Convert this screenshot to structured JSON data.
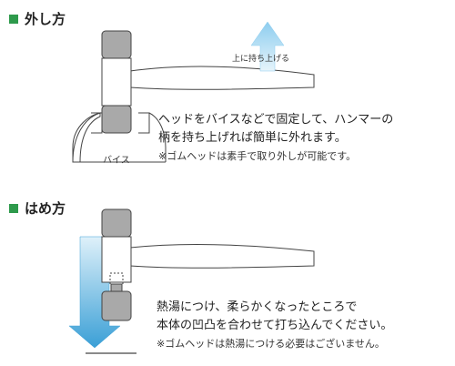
{
  "section_remove": {
    "heading": "外し方",
    "lift_label": "上に持ち上げる",
    "vise_label": "バイス",
    "description_line1": "ヘッドをバイスなどで固定して、ハンマーの",
    "description_line2": "柄を持ち上げれば簡単に外れます。",
    "note": "※ゴムヘッドは素手で取り外しが可能です。"
  },
  "section_attach": {
    "heading": "はめ方",
    "description_line1": "熱湯につけ、柔らかくなったところで",
    "description_line2": "本体の凹凸を合わせて打ち込んでください。",
    "note": "※ゴムヘッドは熱湯につける必要はございません。"
  },
  "colors": {
    "accent": "#2e9a4c",
    "arrow_light": "#bfe3f5",
    "arrow_dark": "#3a9fd6",
    "head_gray": "#a9a9a9",
    "outline": "#444444"
  },
  "icons": {
    "heading_marker": "green-square-icon",
    "lift_arrow": "up-arrow-icon",
    "drive_arrow": "down-arrow-icon"
  }
}
